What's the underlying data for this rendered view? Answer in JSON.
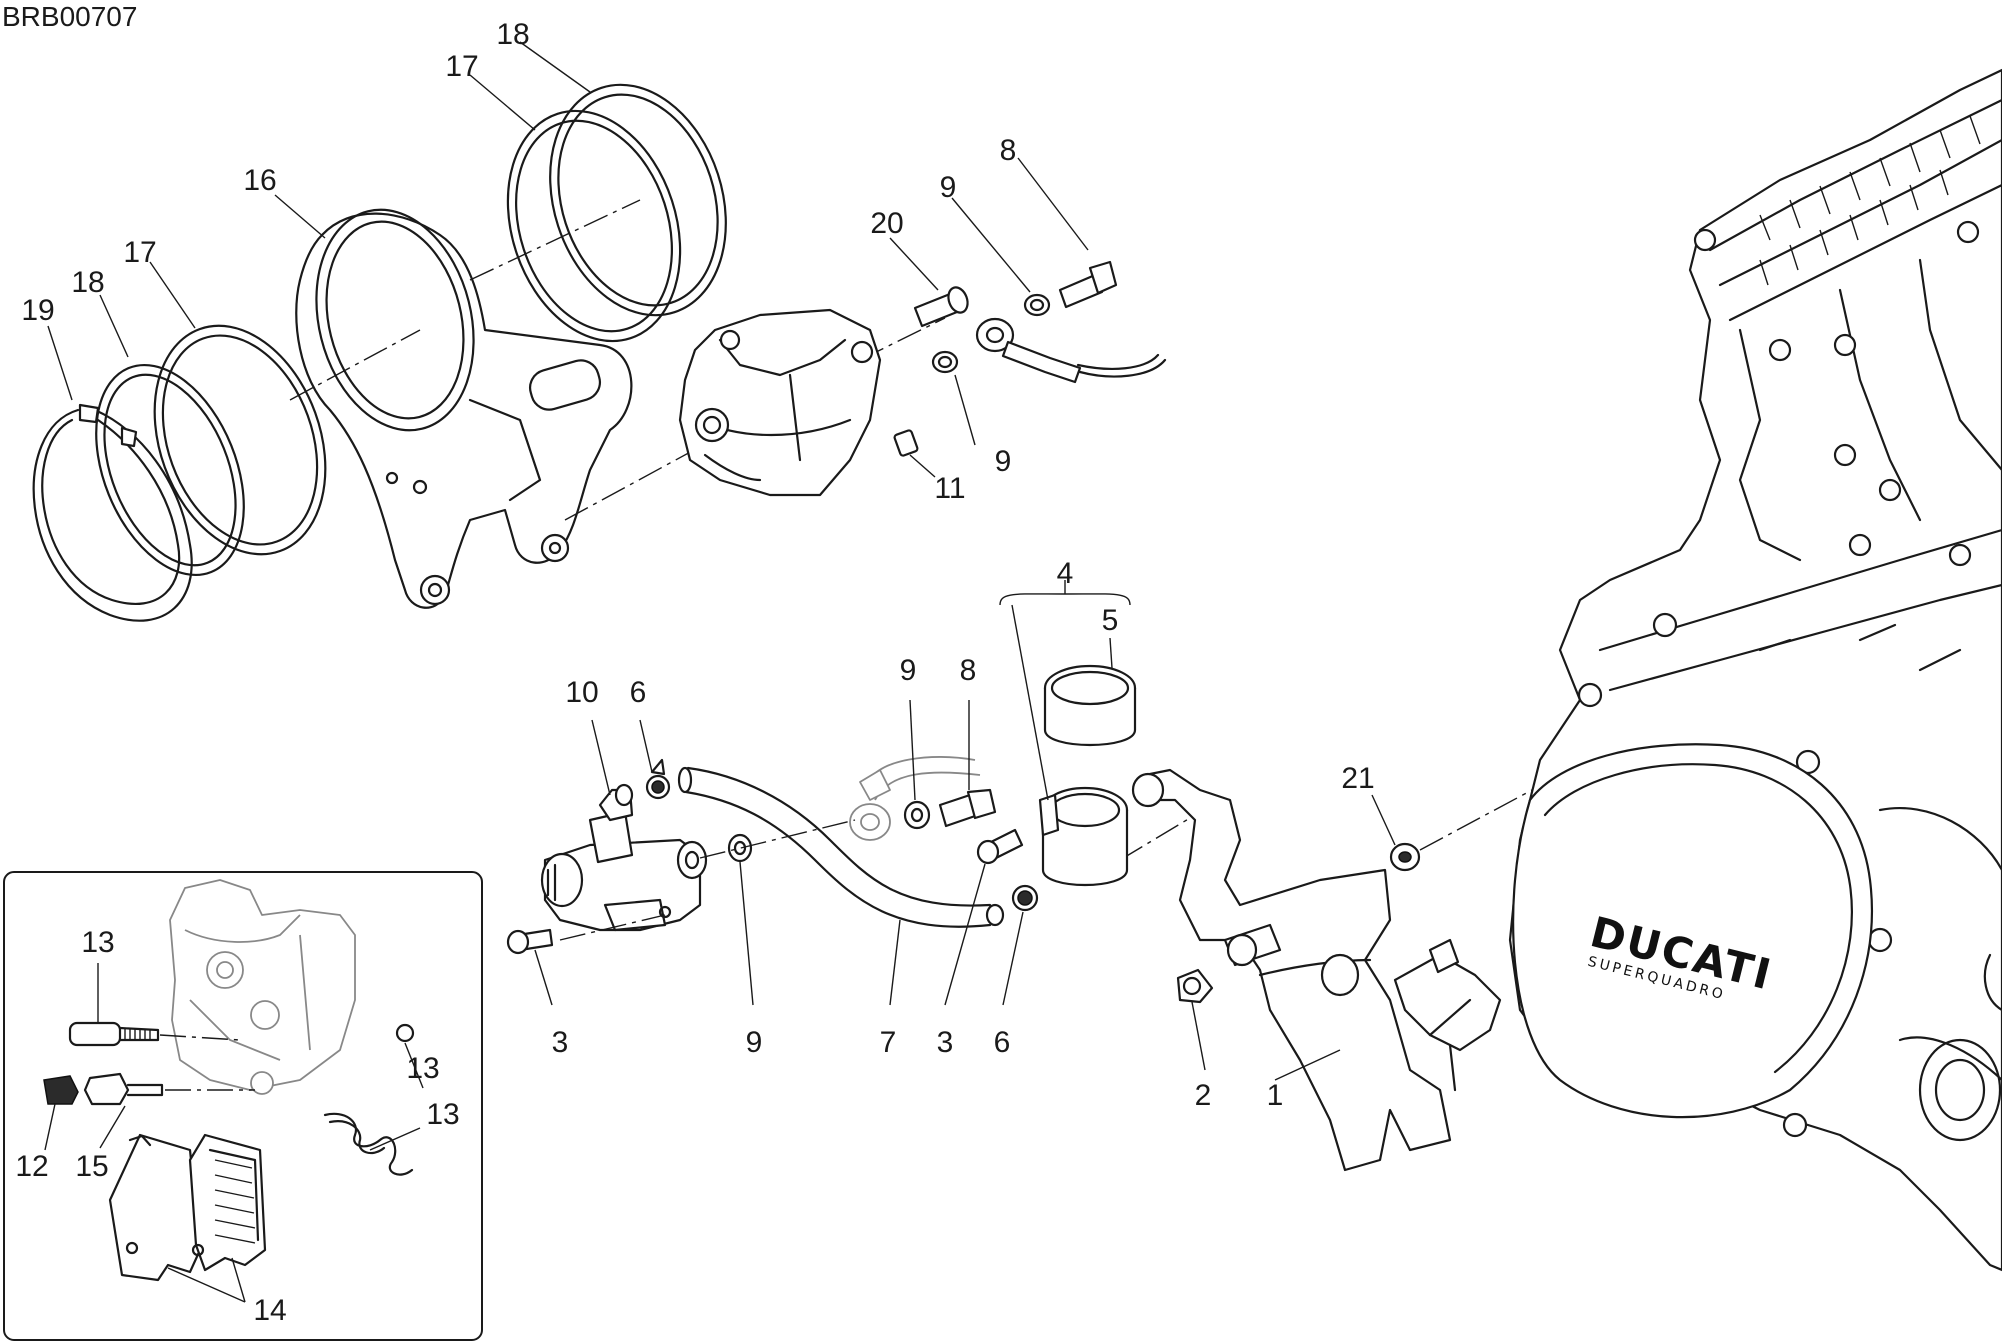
{
  "drawing_code": "BRB00707",
  "brand": {
    "name": "DUCATI",
    "model": "SUPERQUADRO"
  },
  "callouts": {
    "c1": "1",
    "c2": "2",
    "c3a": "3",
    "c3b": "3",
    "c4": "4",
    "c5": "5",
    "c6a": "6",
    "c6b": "6",
    "c7": "7",
    "c8a": "8",
    "c8b": "8",
    "c9a": "9",
    "c9b": "9",
    "c9c": "9",
    "c9d": "9",
    "c10": "10",
    "c11": "11",
    "c12": "12",
    "c13a": "13",
    "c13b": "13",
    "c13c": "13",
    "c14": "14",
    "c15": "15",
    "c16": "16",
    "c17a": "17",
    "c17b": "17",
    "c18a": "18",
    "c18b": "18",
    "c19": "19",
    "c20": "20",
    "c21": "21"
  }
}
